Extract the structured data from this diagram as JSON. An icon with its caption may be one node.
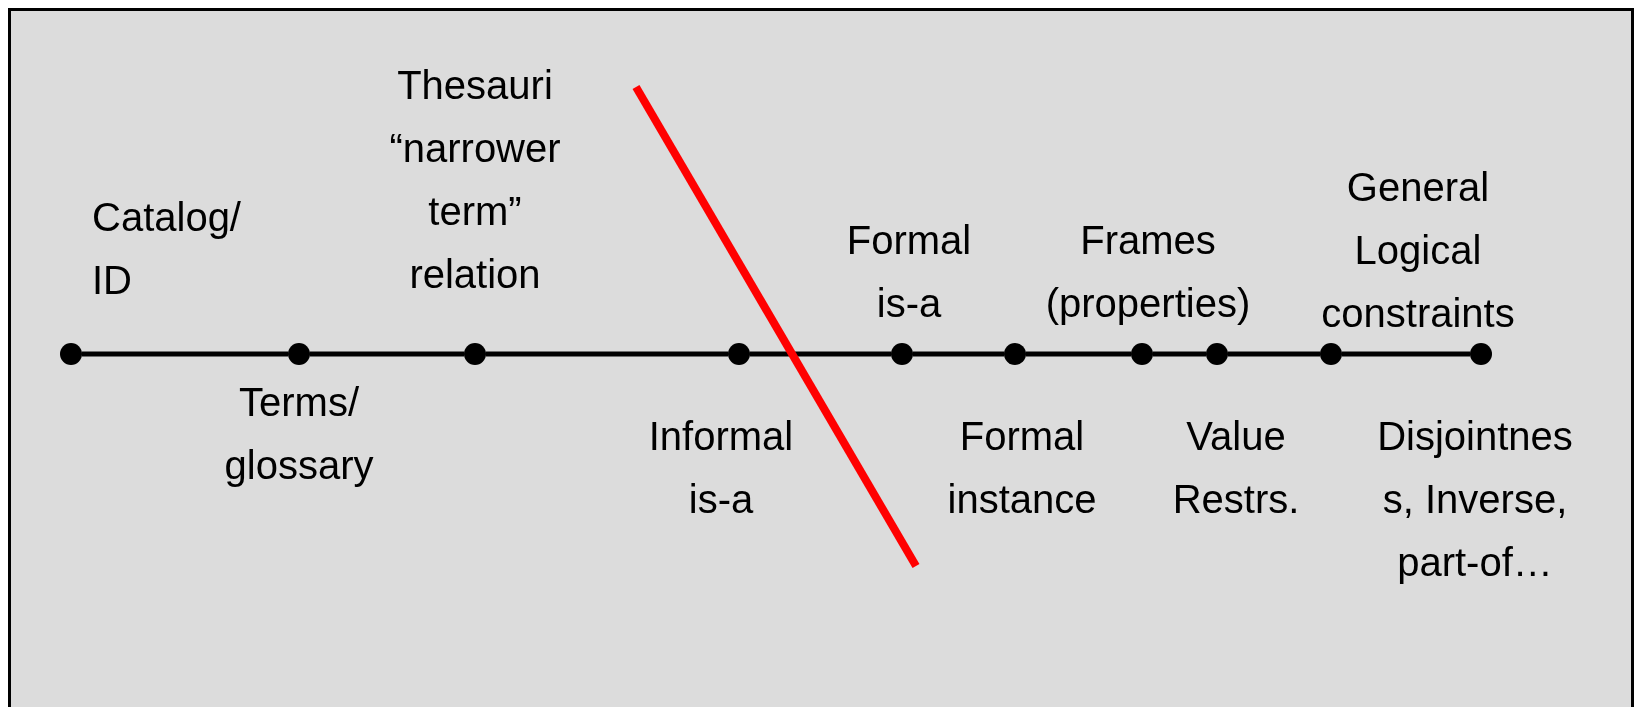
{
  "diagram": {
    "nodes": [
      {
        "text": [],
        "shape": "circle",
        "beside": [
          "Catalog/ ID"
        ]
      },
      {
        "text": [],
        "shape": "circle",
        "beside": [
          "Terms/ glossary"
        ]
      },
      {
        "text": [],
        "shape": "circle",
        "beside": [
          "Thesauri “narrower term” relation"
        ]
      },
      {
        "text": [],
        "shape": "circle",
        "beside": [
          "Informal is-a"
        ]
      },
      {
        "text": [],
        "shape": "circle",
        "beside": [
          "Formal is-a"
        ]
      },
      {
        "text": [],
        "shape": "circle",
        "beside": [
          "Formal instance"
        ]
      },
      {
        "text": [],
        "shape": "circle",
        "beside": [
          "Frames (properties)"
        ]
      },
      {
        "text": [],
        "shape": "circle",
        "beside": [
          "Value Restrs."
        ]
      },
      {
        "text": [],
        "shape": "circle",
        "beside": [
          "General Logical constraints"
        ]
      },
      {
        "text": [],
        "shape": "circle",
        "beside": [
          "Disjointnes s, Inverse, part-of…"
        ]
      }
    ],
    "edges": [
      {
        "from": 0,
        "to": 1,
        "arrow": "none"
      },
      {
        "from": 1,
        "to": 2,
        "arrow": "none"
      },
      {
        "from": 2,
        "to": 3,
        "arrow": "none"
      },
      {
        "from": 3,
        "to": 4,
        "arrow": "none"
      },
      {
        "from": 4,
        "to": 5,
        "arrow": "none"
      },
      {
        "from": 5,
        "to": 6,
        "arrow": "none"
      },
      {
        "from": 6,
        "to": 7,
        "arrow": "none"
      },
      {
        "from": 7,
        "to": 8,
        "arrow": "none"
      },
      {
        "from": 8,
        "to": 9,
        "arrow": "none"
      }
    ]
  }
}
